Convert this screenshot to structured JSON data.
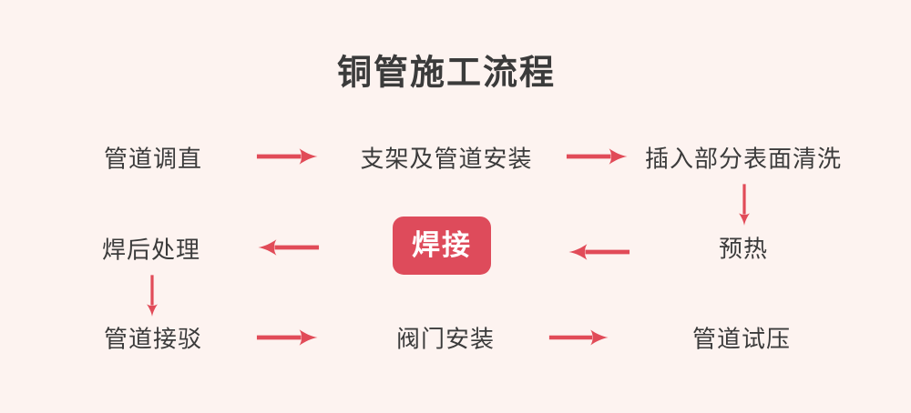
{
  "title": "铜管施工流程",
  "colors": {
    "background": "#fdf3f0",
    "accent": "#e14b58",
    "box": "#de4b5b",
    "text": "#3b3b3b",
    "box_text": "#ffffff"
  },
  "nodes": {
    "straightening": "管道调直",
    "bracket_install": "支架及管道安装",
    "surface_cleaning": "插入部分表面清洗",
    "preheat": "预热",
    "welding": "焊接",
    "post_weld": "焊后处理",
    "pipe_connection": "管道接驳",
    "valve_install": "阀门安装",
    "pressure_test": "管道试压"
  },
  "arrows": [
    {
      "from": "straightening",
      "to": "bracket_install",
      "dir": "right"
    },
    {
      "from": "bracket_install",
      "to": "surface_cleaning",
      "dir": "right"
    },
    {
      "from": "surface_cleaning",
      "to": "preheat",
      "dir": "down"
    },
    {
      "from": "preheat",
      "to": "welding",
      "dir": "left"
    },
    {
      "from": "welding",
      "to": "post_weld",
      "dir": "left"
    },
    {
      "from": "post_weld",
      "to": "pipe_connection",
      "dir": "down"
    },
    {
      "from": "pipe_connection",
      "to": "valve_install",
      "dir": "right"
    },
    {
      "from": "valve_install",
      "to": "pressure_test",
      "dir": "right"
    }
  ]
}
